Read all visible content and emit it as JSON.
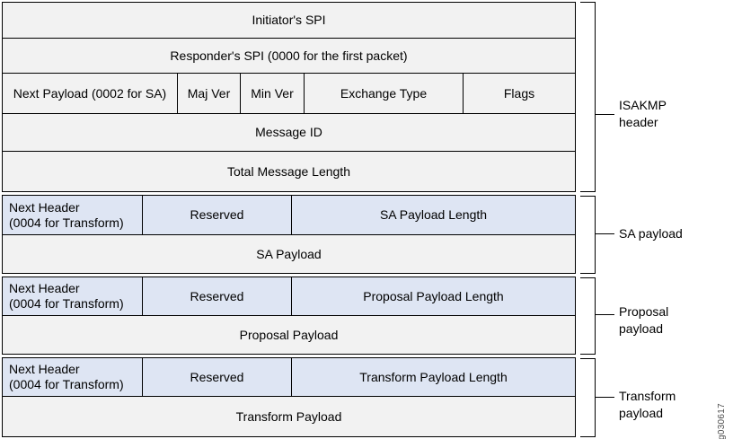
{
  "figure_id": "g030617",
  "colors": {
    "row_gray": "#f2f2f2",
    "row_blue": "#dee5f3",
    "border": "#000000",
    "background": "#ffffff"
  },
  "sections": {
    "isakmp_header": {
      "label": "ISAKMP\nheader",
      "fields": {
        "initiators_spi": "Initiator's SPI",
        "responders_spi": "Responder's SPI (0000 for the first packet)",
        "next_payload": "Next Payload (0002 for SA)",
        "maj_ver": "Maj Ver",
        "min_ver": "Min Ver",
        "exchange_type": "Exchange Type",
        "flags": "Flags",
        "message_id": "Message ID",
        "total_message_length": "Total Message Length"
      }
    },
    "sa_payload": {
      "label": "SA payload",
      "fields": {
        "next_header": "Next Header\n(0004 for Transform)",
        "reserved": "Reserved",
        "payload_length": "SA Payload Length",
        "payload": "SA Payload"
      }
    },
    "proposal_payload": {
      "label": "Proposal\npayload",
      "fields": {
        "next_header": "Next Header\n(0004 for Transform)",
        "reserved": "Reserved",
        "payload_length": "Proposal Payload Length",
        "payload": "Proposal Payload"
      }
    },
    "transform_payload": {
      "label": "Transform\npayload",
      "fields": {
        "next_header": "Next Header\n(0004 for Transform)",
        "reserved": "Reserved",
        "payload_length": "Transform Payload Length",
        "payload": "Transform Payload"
      }
    }
  }
}
